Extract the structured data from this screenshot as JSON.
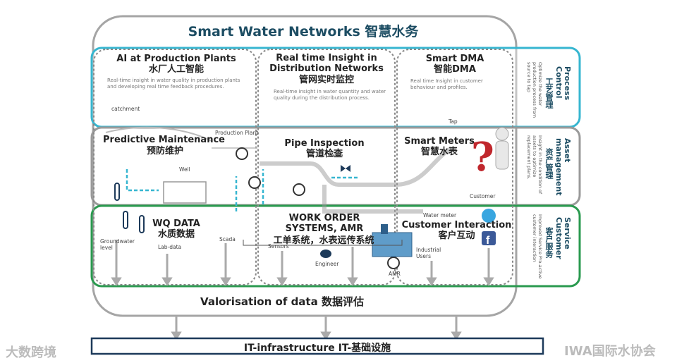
{
  "title": "Smart Water Networks 智慧水务",
  "colors": {
    "cyan": "#36b6d0",
    "green": "#2a9a4f",
    "gray": "#9a9a9a",
    "navy": "#1d3a5a",
    "red": "#c0272d"
  },
  "columns": [
    {
      "title": "AI at Production Plants",
      "title_cn": "水厂人工智能",
      "desc": "Real-time insight in water quality in production plants and developing real time feedback procedures."
    },
    {
      "title": "Real time Insight in Distribution Networks",
      "title_cn": "管网实时监控",
      "desc": "Real-time insight in water quantity and water quality during the distribution process."
    },
    {
      "title": "Smart DMA",
      "title_cn": "智能DMA",
      "desc": "Real time Insight in customer behaviour and profiles."
    }
  ],
  "middle": [
    {
      "title": "Predictive Maintenance",
      "title_cn": "预防维护"
    },
    {
      "title": "Pipe Inspection",
      "title_cn": "管道检查"
    },
    {
      "title": "Smart Meters",
      "title_cn": "智慧水表"
    }
  ],
  "bottom": [
    {
      "title": "WQ DATA",
      "title_cn": "水质数据"
    },
    {
      "title": "WORK ORDER SYSTEMS, AMR",
      "title_cn": "工单系统，水表远传系统"
    },
    {
      "title": "Customer Interaction",
      "title_cn": "客户互动"
    }
  ],
  "rows": [
    {
      "label": "Process Control",
      "label_cn": "工艺管理",
      "desc": "Optimize the water production process from source to tap"
    },
    {
      "label": "Asset management",
      "label_cn": "资产管理",
      "desc": "Insight in the condition of assets to optimize replacement plans."
    },
    {
      "label": "Service Customer",
      "label_cn": "客户服务",
      "desc": "Improved Service Pro-active customer interaction"
    }
  ],
  "labels": {
    "catchment": "catchment",
    "production_plant": "Production Plant",
    "well": "Well",
    "tap": "Tap",
    "customer": "Customer",
    "valve": "Valve",
    "water_meter": "Water meter",
    "groundwater": "Groundwater level",
    "lab_data": "Lab-data",
    "scada": "Scada",
    "sensors": "Sensors",
    "engineer": "Engineer",
    "industrial": "Industrial Users",
    "amr": "AMR"
  },
  "footer": "Valorisation of data 数据评估",
  "it_bar": "IT-infrastructure IT-基础设施",
  "watermarks": {
    "left": "大数跨境",
    "right": "IWA国际水协会"
  }
}
